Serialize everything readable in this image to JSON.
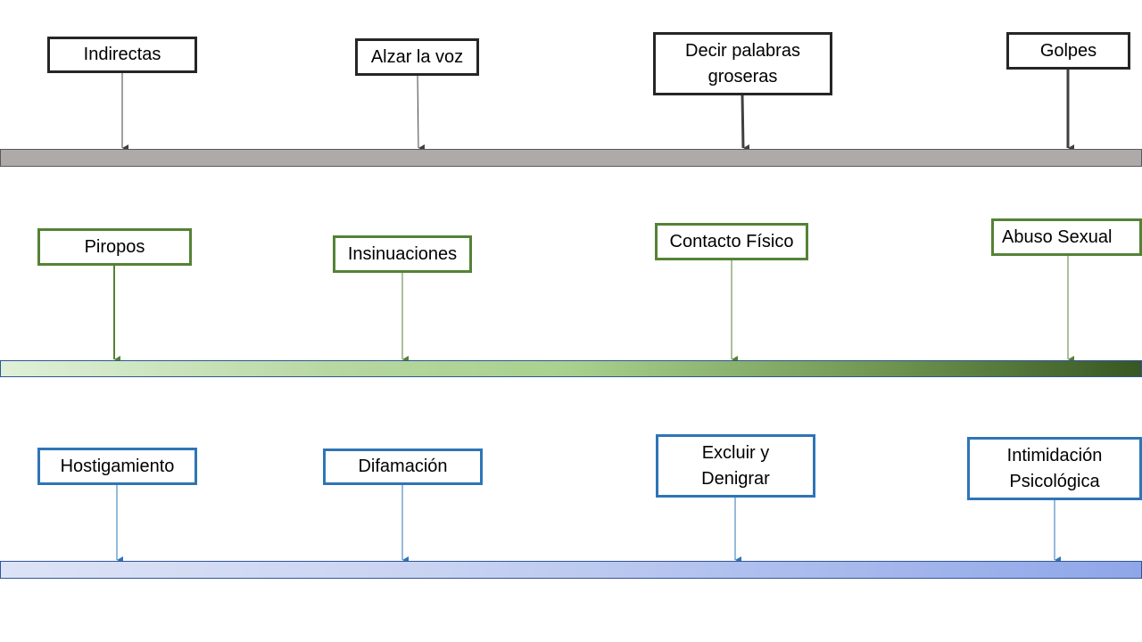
{
  "timelines": [
    {
      "color": "#595959",
      "boxes": [
        {
          "label": "Indirectas"
        },
        {
          "label": "Alzar la voz"
        },
        {
          "label": "Decir palabras\ngroseras"
        },
        {
          "label": "Golpes"
        }
      ]
    },
    {
      "color": "#548235",
      "boxes": [
        {
          "label": "Piropos"
        },
        {
          "label": "Insinuaciones"
        },
        {
          "label": "Contacto Físico"
        },
        {
          "label": "Abuso Sexual"
        }
      ]
    },
    {
      "color": "#2e75b6",
      "boxes": [
        {
          "label": "Hostigamiento"
        },
        {
          "label": "Difamación"
        },
        {
          "label": "Excluir y\nDenigrar"
        },
        {
          "label": "Intimidación\nPsicológica"
        }
      ]
    }
  ]
}
